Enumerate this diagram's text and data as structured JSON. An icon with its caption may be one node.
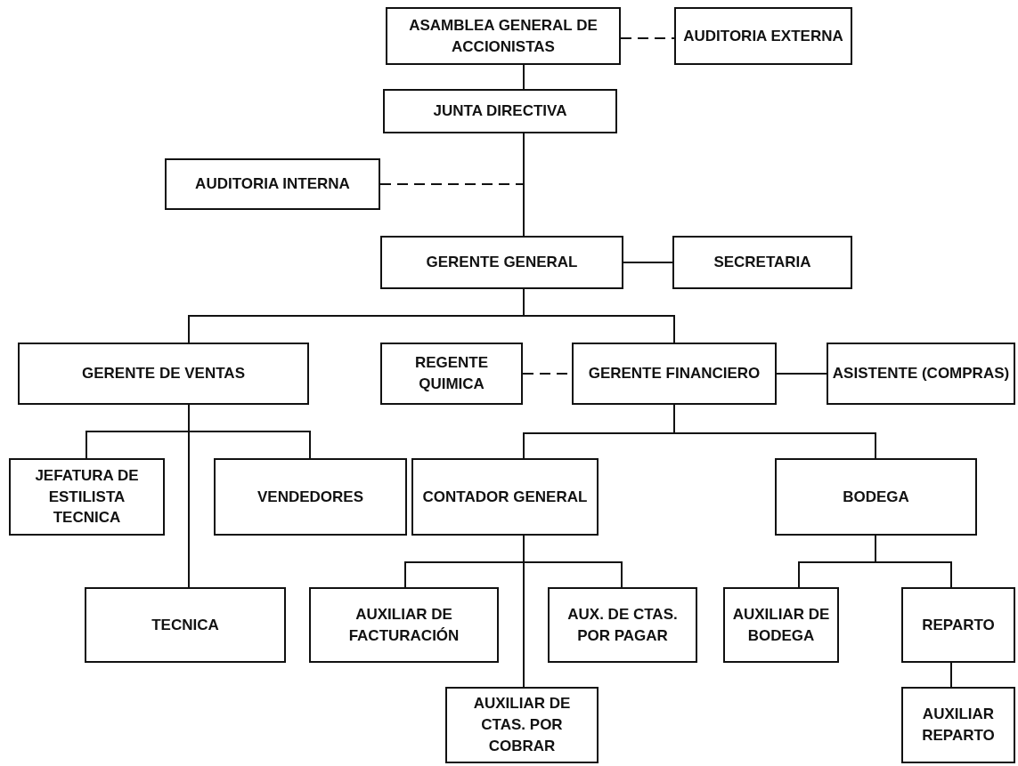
{
  "diagram": {
    "nodes": [
      {
        "text": [
          "ASAMBLEA GENERAL DE ACCIONISTAS"
        ]
      },
      {
        "text": [
          "AUDITORIA EXTERNA"
        ]
      },
      {
        "text": [
          "JUNTA DIRECTIVA"
        ]
      },
      {
        "text": [
          "AUDITORIA INTERNA"
        ]
      },
      {
        "text": [
          "GERENTE GENERAL"
        ]
      },
      {
        "text": [
          "SECRETARIA"
        ]
      },
      {
        "text": [
          "GERENTE DE VENTAS"
        ]
      },
      {
        "text": [
          "REGENTE QUIMICA"
        ]
      },
      {
        "text": [
          "GERENTE FINANCIERO"
        ]
      },
      {
        "text": [
          "ASISTENTE (COMPRAS)"
        ]
      },
      {
        "text": [
          "JEFATURA DE ESTILISTA TECNICA"
        ]
      },
      {
        "text": [
          "VENDEDORES"
        ]
      },
      {
        "text": [
          "CONTADOR GENERAL"
        ]
      },
      {
        "text": [
          "BODEGA"
        ]
      },
      {
        "text": [
          "TECNICA"
        ]
      },
      {
        "text": [
          "AUXILIAR DE FACTURACIÓN"
        ]
      },
      {
        "text": [
          "AUX. DE CTAS. POR PAGAR"
        ]
      },
      {
        "text": [
          "AUXILIAR DE BODEGA"
        ]
      },
      {
        "text": [
          "REPARTO"
        ]
      },
      {
        "text": [
          "AUXILIAR DE CTAS. POR COBRAR"
        ]
      },
      {
        "text": [
          "AUXILIAR REPARTO"
        ]
      }
    ],
    "edges": [
      {
        "from": 0,
        "to": 1,
        "arrow": "none",
        "style": "dashed"
      },
      {
        "from": 0,
        "to": 2,
        "arrow": "none"
      },
      {
        "from": 3,
        "to": 2,
        "arrow": "none",
        "style": "dashed"
      },
      {
        "from": 2,
        "to": 4,
        "arrow": "none"
      },
      {
        "from": 4,
        "to": 5,
        "arrow": "none"
      },
      {
        "from": 4,
        "to": 6,
        "arrow": "none"
      },
      {
        "from": 4,
        "to": 8,
        "arrow": "none"
      },
      {
        "from": 7,
        "to": 8,
        "arrow": "none",
        "style": "dashed"
      },
      {
        "from": 8,
        "to": 9,
        "arrow": "none"
      },
      {
        "from": 6,
        "to": 10,
        "arrow": "none"
      },
      {
        "from": 6,
        "to": 11,
        "arrow": "none"
      },
      {
        "from": 6,
        "to": 14,
        "arrow": "none"
      },
      {
        "from": 8,
        "to": 12,
        "arrow": "none"
      },
      {
        "from": 8,
        "to": 13,
        "arrow": "none"
      },
      {
        "from": 12,
        "to": 15,
        "arrow": "none"
      },
      {
        "from": 12,
        "to": 16,
        "arrow": "none"
      },
      {
        "from": 12,
        "to": 19,
        "arrow": "none"
      },
      {
        "from": 13,
        "to": 17,
        "arrow": "none"
      },
      {
        "from": 13,
        "to": 18,
        "arrow": "none"
      },
      {
        "from": 18,
        "to": 20,
        "arrow": "none"
      }
    ]
  }
}
